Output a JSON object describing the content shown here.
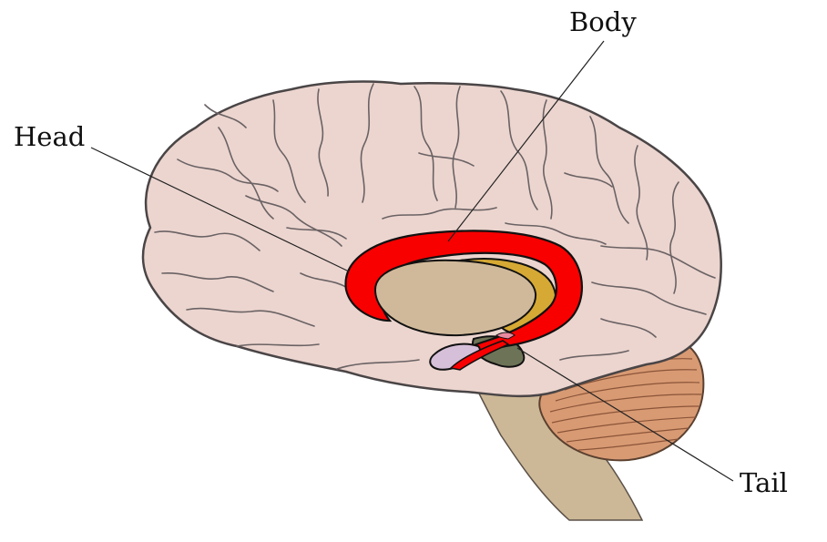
{
  "labels": {
    "head": "Head",
    "body": "Body",
    "tail": "Tail"
  },
  "colors": {
    "cortex": "#ecd5cf",
    "cortex_outline": "#4a4546",
    "sulci": "#6a6264",
    "caudate": "#f80000",
    "thalamus": "#d0b99a",
    "putamen": "#d6a934",
    "brainstem": "#ccb896",
    "cerebellum": "#d89a73",
    "cerebellum_folia": "#8a5438",
    "amygdala": "#d6bfd8",
    "hippocampus": "#6d7356",
    "leader_line": "#222222"
  }
}
